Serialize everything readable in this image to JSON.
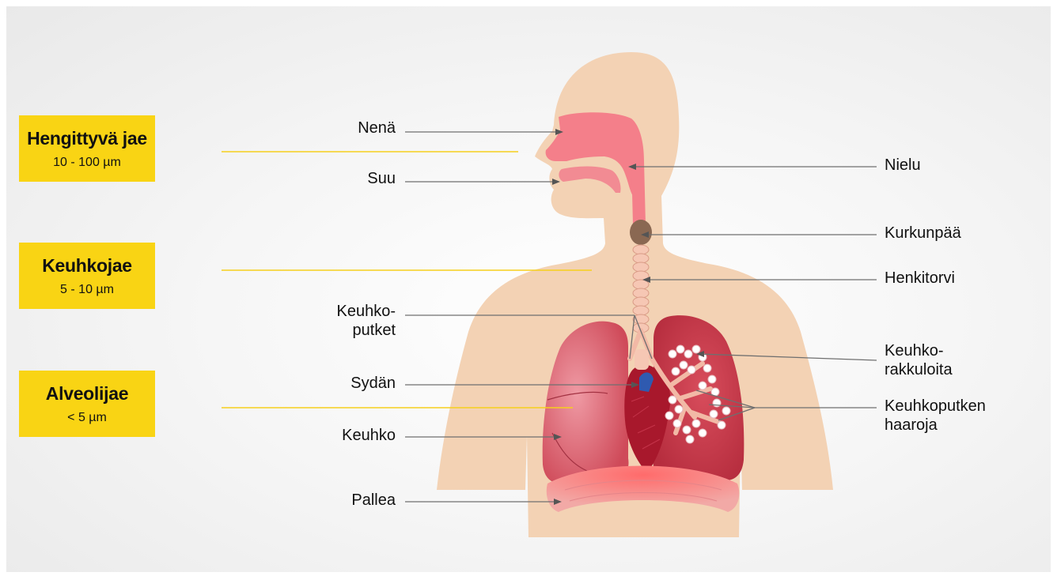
{
  "fractions": [
    {
      "name": "Hengittyvä jae",
      "range": "10 - 100 µm"
    },
    {
      "name": "Keuhkojae",
      "range": "5 - 10 µm"
    },
    {
      "name": "Alveolijae",
      "range": "< 5 µm"
    }
  ],
  "labels_left": {
    "nose": "Nenä",
    "mouth": "Suu",
    "bronchi_1": "Keuhko-",
    "bronchi_2": "putket",
    "heart": "Sydän",
    "lung": "Keuhko",
    "diaphragm": "Pallea"
  },
  "labels_right": {
    "pharynx": "Nielu",
    "larynx": "Kurkunpää",
    "trachea": "Henkitorvi",
    "alveoli_1": "Keuhko-",
    "alveoli_2": "rakkuloita",
    "bronchioles_1": "Keuhkoputken",
    "bronchioles_2": "haaroja"
  },
  "colors": {
    "fraction_box": "#f9d414",
    "skin": "#f3d2b4",
    "airway": "#f37f88",
    "lung": "#d1404f",
    "heart": "#a8182c"
  }
}
